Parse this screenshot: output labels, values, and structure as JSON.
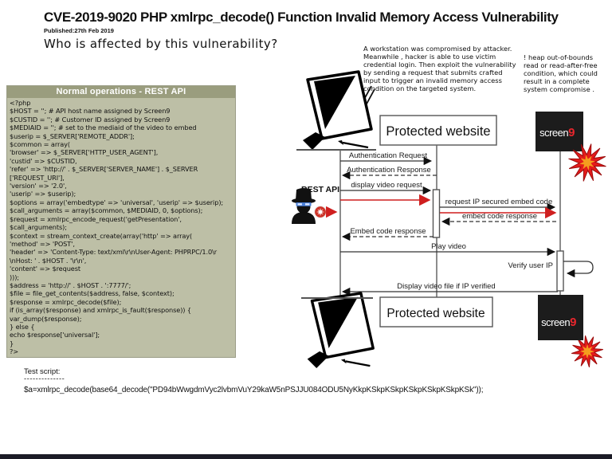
{
  "header": {
    "title": "CVE-2019-9020 PHP xmlrpc_decode() Function Invalid Memory Access Vulnerability",
    "published": "Published:27th Feb 2019",
    "question": "Who is affected by this vulnerability?"
  },
  "code_panel": {
    "header": "Normal operations - REST API",
    "lines": [
      "<?php",
      "$HOST = ''; # API host name assigned by Screen9",
      "$CUSTID = ''; # Customer ID assigned by Screen9",
      "$MEDIAID = ''; # set to the mediaid of the video to embed",
      "$userip = $_SERVER['REMOTE_ADDR'];",
      "$common = array(",
      "'browser' => $_SERVER['HTTP_USER_AGENT'],",
      "'custid' => $CUSTID,",
      "'refer' => 'http://' . $_SERVER['SERVER_NAME'] . $_SERVER",
      "['REQUEST_URI'],",
      "'version' => '2.0',",
      "'userip' => $userip);",
      "$options = array('embedtype' => 'universal', 'userip' => $userip);",
      "$call_arguments = array($common, $MEDIAID, 0, $options);",
      "$request = xmlrpc_encode_request('getPresentation',",
      "$call_arguments);",
      "$context = stream_context_create(array('http' => array(",
      "'method' => 'POST',",
      "'header' => 'Content-Type: text/xml\\r\\nUser-Agent: PHPRPC/1.0\\r",
      "\\nHost: ' . $HOST . '\\r\\n',",
      "'content' => $request",
      ")));",
      "$address = 'http://' . $HOST . ':7777/';",
      "$file = file_get_contents($address, false, $context);",
      "$response = xmlrpc_decode($file);",
      "if (is_array($response) and xmlrpc_is_fault($response)) {",
      "var_dump($response);",
      "} else {",
      "echo $response['universal'];",
      "}",
      "?>"
    ]
  },
  "annotations": {
    "workstation": "A workstation was compromised by attacker. Meanwhile , hacker is able to use victim credential login. Then exploit the vulnerability by sending a request that submits crafted input to trigger an invalid memory access condition on the targeted system.",
    "heap": "! heap out-of-bounds read or read-after-free condition, which could result in a complete system compromise ."
  },
  "diagram": {
    "top_website_label": "Protected website",
    "bottom_website_label": "Protected website",
    "rest_api_label": "REST API",
    "screen9_top": {
      "brand": "screen",
      "digit": "9"
    },
    "screen9_bottom": {
      "brand": "screen",
      "digit": "9"
    },
    "messages": [
      {
        "label": "Authentication Request",
        "style": "solid",
        "dir": "right"
      },
      {
        "label": "Authentication Response",
        "style": "dashed",
        "dir": "left"
      },
      {
        "label": "display video request",
        "style": "solid",
        "dir": "right"
      },
      {
        "label": "request IP secured embed code",
        "style": "solid",
        "dir": "right"
      },
      {
        "label": "embed code response",
        "style": "dashed",
        "dir": "left"
      },
      {
        "label": "Embed code response",
        "style": "dashed",
        "dir": "left"
      },
      {
        "label": "Play video",
        "style": "solid",
        "dir": "right"
      },
      {
        "label": "Verify user IP",
        "style": "self-loop",
        "dir": "self"
      },
      {
        "label": "Display video file if IP verified",
        "style": "solid",
        "dir": "left"
      }
    ]
  },
  "footer": {
    "test_script_label": "Test script:",
    "divider": "--------------",
    "script": "$a=xmlrpc_decode(base64_decode(\"PD94bWwgdmVyc2lvbmVuY29kaW5nPSJJU084ODU5NyKkpKSkpKSkpKSkpKSkpKSkpKSk\"));"
  },
  "colors": {
    "code_header_bg": "#9a9d7e",
    "code_body_bg": "#bdbfa6",
    "screen9_bg": "#1c1c1c",
    "screen9_red": "#e8262d",
    "burst_red": "#e31b1b",
    "burst_orange": "#f59d1e",
    "attack_red": "#cf1f1f"
  }
}
